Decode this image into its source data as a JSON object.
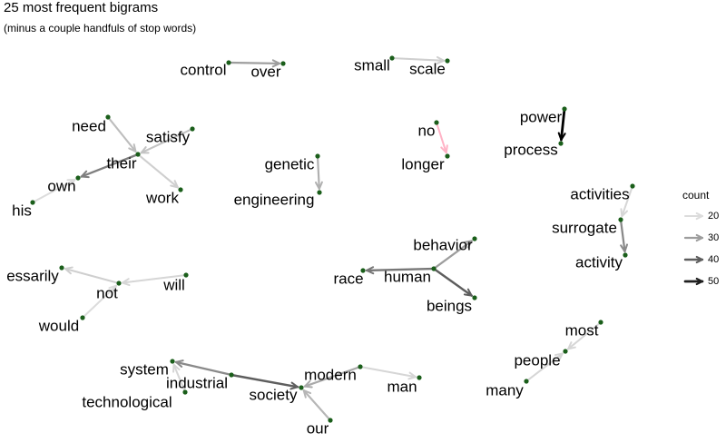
{
  "title": "25 most frequent bigrams",
  "subtitle": "(minus a couple handfuls of stop words)",
  "legend": {
    "title": "count",
    "entries": [
      {
        "label": "20",
        "count": 20
      },
      {
        "label": "30",
        "count": 30
      },
      {
        "label": "40",
        "count": 40
      },
      {
        "label": "50",
        "count": 50
      }
    ]
  },
  "colors": {
    "node": "#1a5e1a",
    "edge_light": "#dcdcdc",
    "edge_dark": "#000000",
    "highlight_edge": "#ffb3c6",
    "text": "#000000"
  },
  "nodes": [
    {
      "id": "control",
      "label": "control"
    },
    {
      "id": "over",
      "label": "over"
    },
    {
      "id": "small",
      "label": "small"
    },
    {
      "id": "scale",
      "label": "scale"
    },
    {
      "id": "power",
      "label": "power"
    },
    {
      "id": "process",
      "label": "process"
    },
    {
      "id": "need",
      "label": "need"
    },
    {
      "id": "satisfy",
      "label": "satisfy"
    },
    {
      "id": "their",
      "label": "their"
    },
    {
      "id": "own",
      "label": "own"
    },
    {
      "id": "his",
      "label": "his"
    },
    {
      "id": "work",
      "label": "work"
    },
    {
      "id": "no",
      "label": "no"
    },
    {
      "id": "longer",
      "label": "longer"
    },
    {
      "id": "genetic",
      "label": "genetic"
    },
    {
      "id": "engineering",
      "label": "engineering"
    },
    {
      "id": "activities",
      "label": "activities"
    },
    {
      "id": "surrogate",
      "label": "surrogate"
    },
    {
      "id": "activity",
      "label": "activity"
    },
    {
      "id": "behavior",
      "label": "behavior"
    },
    {
      "id": "human",
      "label": "human"
    },
    {
      "id": "race",
      "label": "race"
    },
    {
      "id": "beings",
      "label": "beings"
    },
    {
      "id": "essarily",
      "label": "essarily"
    },
    {
      "id": "not",
      "label": "not"
    },
    {
      "id": "will",
      "label": "will"
    },
    {
      "id": "would",
      "label": "would"
    },
    {
      "id": "most",
      "label": "most"
    },
    {
      "id": "people",
      "label": "people"
    },
    {
      "id": "many",
      "label": "many"
    },
    {
      "id": "system",
      "label": "system"
    },
    {
      "id": "industrial",
      "label": "industrial"
    },
    {
      "id": "technological",
      "label": "technological"
    },
    {
      "id": "society",
      "label": "society"
    },
    {
      "id": "modern",
      "label": "modern"
    },
    {
      "id": "man",
      "label": "man"
    },
    {
      "id": "our",
      "label": "our"
    }
  ],
  "edges": [
    {
      "from": "control",
      "to": "over",
      "count": 30
    },
    {
      "from": "small",
      "to": "scale",
      "count": 22
    },
    {
      "from": "power",
      "to": "process",
      "count": 55
    },
    {
      "from": "need",
      "to": "their",
      "count": 25
    },
    {
      "from": "satisfy",
      "to": "their",
      "count": 24
    },
    {
      "from": "their",
      "to": "own",
      "count": 35
    },
    {
      "from": "their",
      "to": "work",
      "count": 22
    },
    {
      "from": "his",
      "to": "own",
      "count": 20
    },
    {
      "from": "no",
      "to": "longer",
      "count": 21,
      "highlight": true
    },
    {
      "from": "genetic",
      "to": "engineering",
      "count": 27
    },
    {
      "from": "activities",
      "to": "surrogate",
      "count": 21
    },
    {
      "from": "surrogate",
      "to": "activity",
      "count": 33
    },
    {
      "from": "human",
      "to": "behavior",
      "count": 30
    },
    {
      "from": "human",
      "to": "race",
      "count": 36
    },
    {
      "from": "human",
      "to": "beings",
      "count": 40
    },
    {
      "from": "not",
      "to": "essarily",
      "count": 22
    },
    {
      "from": "will",
      "to": "not",
      "count": 21
    },
    {
      "from": "would",
      "to": "not",
      "count": 20
    },
    {
      "from": "most",
      "to": "people",
      "count": 21
    },
    {
      "from": "many",
      "to": "people",
      "count": 21
    },
    {
      "from": "industrial",
      "to": "system",
      "count": 33
    },
    {
      "from": "technological",
      "to": "system",
      "count": 21
    },
    {
      "from": "industrial",
      "to": "society",
      "count": 40
    },
    {
      "from": "modern",
      "to": "society",
      "count": 28
    },
    {
      "from": "modern",
      "to": "man",
      "count": 21
    },
    {
      "from": "our",
      "to": "society",
      "count": 26
    }
  ]
}
